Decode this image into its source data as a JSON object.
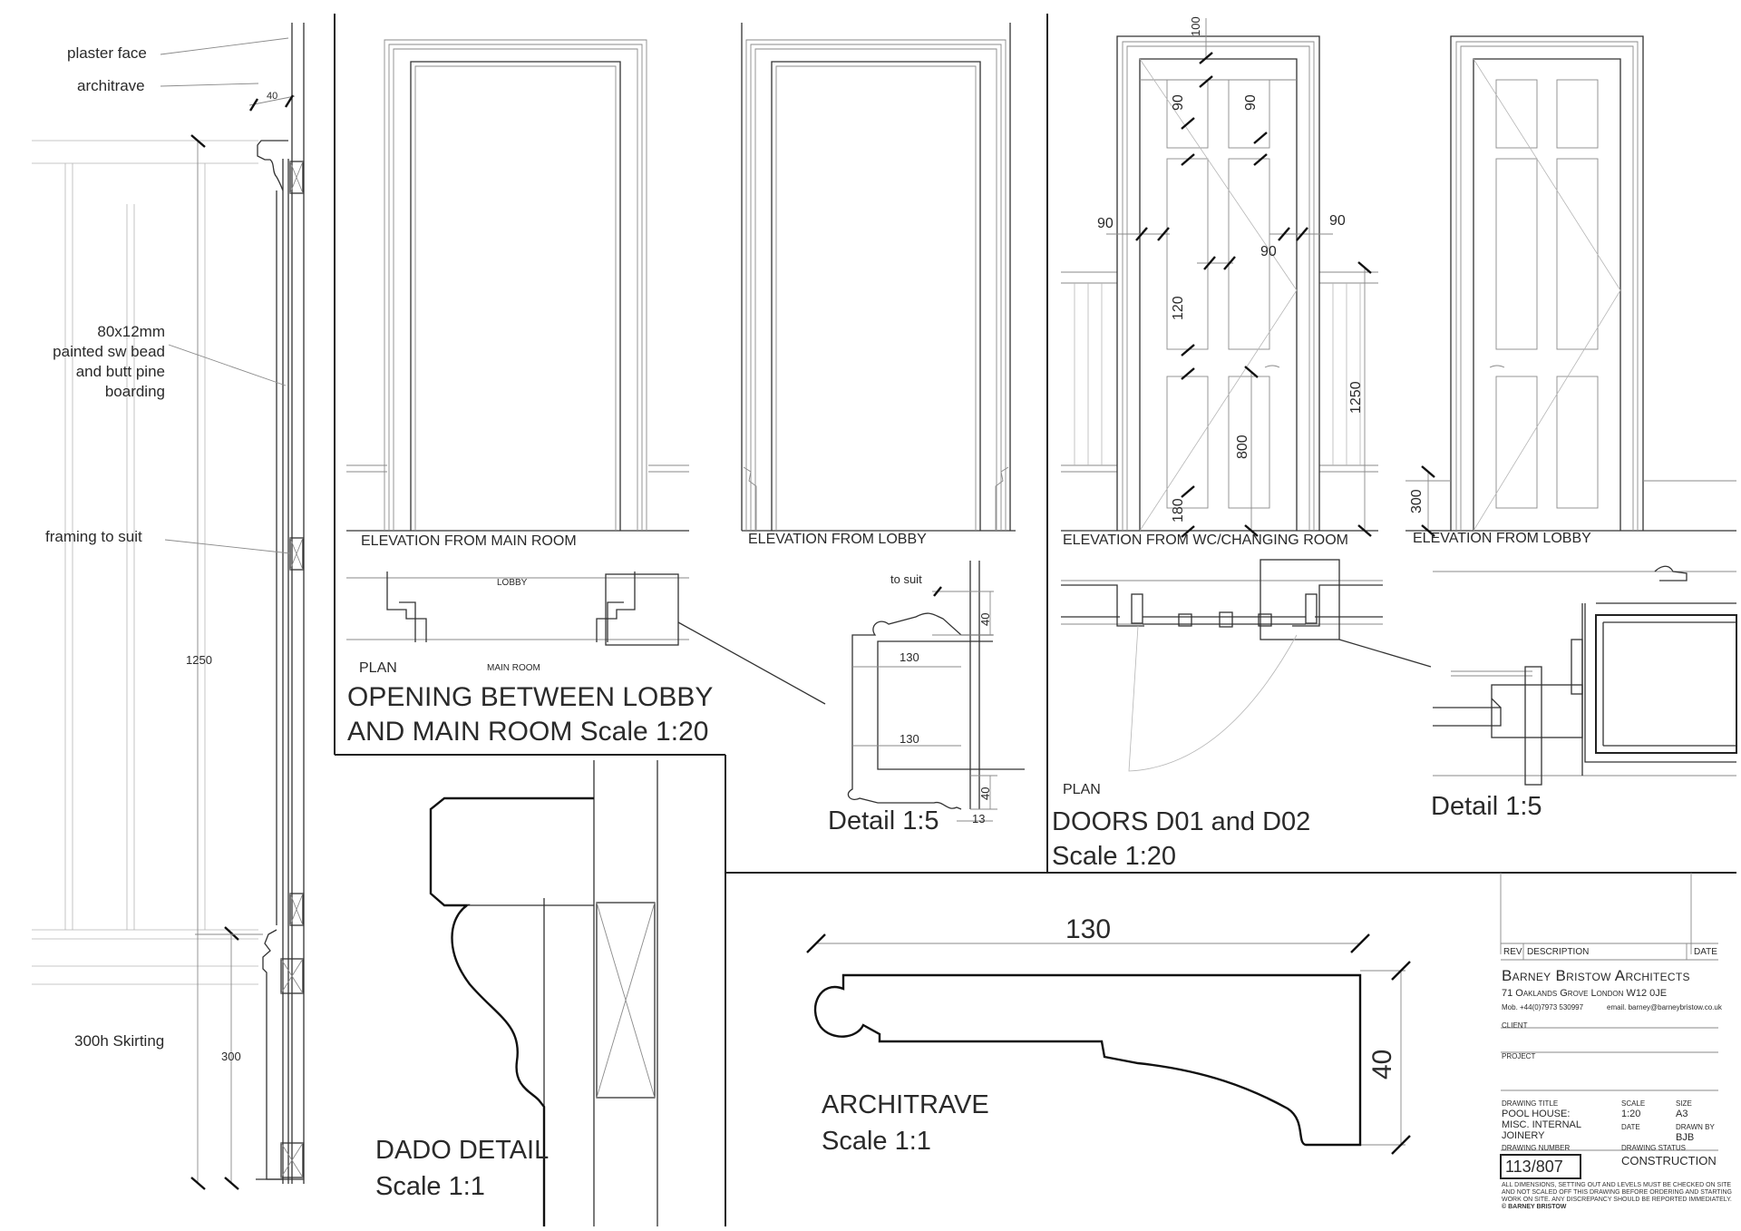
{
  "labels": {
    "plaster_face": "plaster face",
    "architrave": "architrave",
    "dim_40_top": "40",
    "boarding": [
      "80x12mm",
      "painted sw bead",
      "and butt pine",
      "boarding"
    ],
    "framing": "framing to suit",
    "dim_1250_left": "1250",
    "skirting": "300h Skirting",
    "dim_300_left": "300"
  },
  "opening": {
    "elev_main": "ELEVATION FROM MAIN ROOM",
    "elev_lobby": "ELEVATION FROM LOBBY",
    "plan_lobby": "LOBBY",
    "plan_main": "MAIN ROOM",
    "plan": "PLAN",
    "title_line1": "OPENING BETWEEN LOBBY",
    "title_line2": "AND MAIN ROOM Scale 1:20",
    "detail_to_suit": "to suit",
    "detail_40a": "40",
    "detail_130a": "130",
    "detail_130b": "130",
    "detail_40b": "40",
    "detail_13": "13",
    "detail_title": "Detail 1:5"
  },
  "doors": {
    "dim_100": "100",
    "dim_90_a": "90",
    "dim_90_b": "90",
    "dim_90_left": "90",
    "dim_90_right": "90",
    "dim_90_mid": "90",
    "dim_120": "120",
    "dim_800": "800",
    "dim_1250": "1250",
    "dim_180": "180",
    "dim_300": "300",
    "elev_wc": "ELEVATION FROM WC/CHANGING ROOM",
    "elev_lobby": "ELEVATION FROM LOBBY",
    "plan": "PLAN",
    "title_line1": "DOORS D01 and D02",
    "title_line2": "Scale 1:20",
    "detail_title": "Detail 1:5"
  },
  "dado": {
    "title_line1": "DADO DETAIL",
    "title_line2": "Scale 1:1"
  },
  "architrave": {
    "dim_130": "130",
    "dim_40": "40",
    "title_line1": "ARCHITRAVE",
    "title_line2": "Scale 1:1"
  },
  "title_block": {
    "rev": "REV",
    "description": "DESCRIPTION",
    "date": "DATE",
    "firm": "Barney Bristow Architects",
    "address": "71 Oaklands Grove  London  W12 0JE",
    "mobile": "Mob. +44(0)7973 530997",
    "email": "email. barney@barneybristow.co.uk",
    "client": "CLIENT",
    "project": "PROJECT",
    "drawing_title_label": "DRAWING TITLE",
    "drawing_title": [
      "POOL HOUSE:",
      "MISC. INTERNAL",
      "JOINERY"
    ],
    "scale_label": "SCALE",
    "scale": "1:20",
    "size_label": "SIZE",
    "size": "A3",
    "date_label": "DATE",
    "drawn_by_label": "DRAWN BY",
    "drawn_by": "BJB",
    "drawing_number_label": "DRAWING NUMBER",
    "drawing_number": "113/807",
    "status_label": "DRAWING STATUS",
    "status": "CONSTRUCTION",
    "notes": [
      "ALL DIMENSIONS, SETTING OUT AND LEVELS MUST BE CHECKED ON SITE",
      "AND NOT SCALED OFF THIS DRAWING BEFORE ORDERING AND STARTING",
      "WORK ON SITE. ANY DISCREPANCY SHOULD BE REPORTED IMMEDIATELY."
    ],
    "copyright": "© BARNEY BRISTOW"
  }
}
